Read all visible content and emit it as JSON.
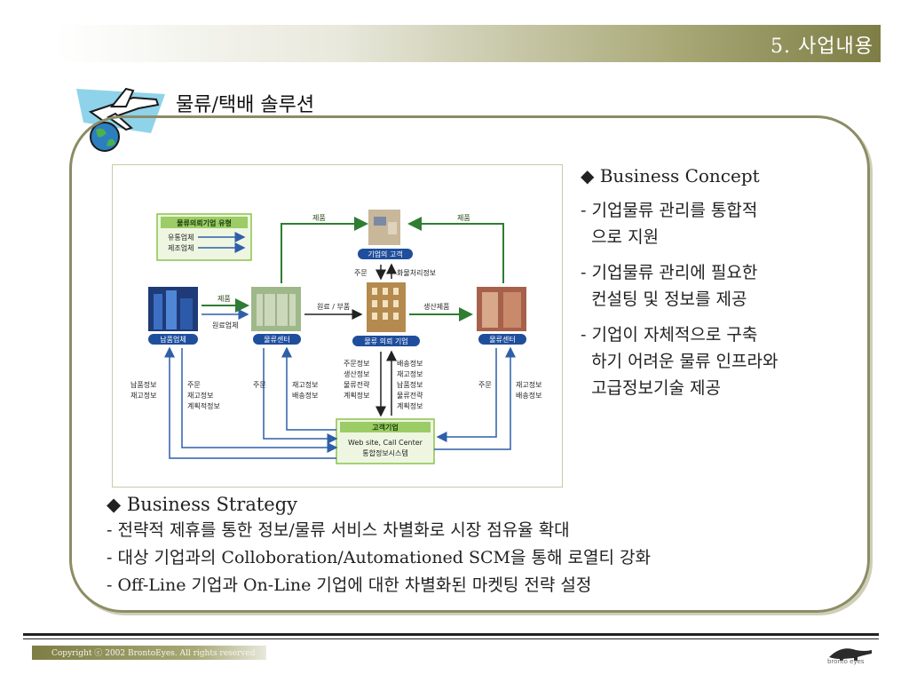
{
  "header": {
    "section_label": "5. 사업내용"
  },
  "title": "물류/택배 솔루션",
  "concept": {
    "heading": "◆ Business Concept",
    "items": [
      "- 기업물류 관리를 통합적\n  으로 지원",
      "- 기업물류 관리에 필요한\n  컨설팅 및 정보를 제공",
      "- 기업이 자체적으로 구축\n  하기 어려운 물류 인프라와\n  고급정보기술 제공"
    ]
  },
  "strategy": {
    "heading": "◆ Business Strategy",
    "items": [
      "- 전략적 제휴를 통한 정보/물류 서비스 차별화로 시장 점유율 확대",
      "- 대상 기업과의 Colloboration/Automationed SCM을 통해 로열티 강화",
      "- Off-Line 기업과 On-Line 기업에 대한 차별화된 마켓팅 전략 설정"
    ]
  },
  "diagram": {
    "type_box": {
      "title": "물류의뢰기업 유형",
      "item1": "유통업체",
      "item2": "제조업체"
    },
    "customer": "기업의 고객",
    "supplier": "납품업체",
    "center_left": "물류센터",
    "client": "물류 의뢰 기업",
    "center_right": "물류센터",
    "service": {
      "title": "고객기업",
      "line1": "Web site, Call Center",
      "line2": "통합정보시스템"
    },
    "labels": {
      "product_left": "제품",
      "product_right": "제품",
      "product_mid": "제품",
      "raw_material": "원료업체",
      "raw_parts": "원료 / 부품",
      "produced": "생산제품",
      "order": "주문",
      "cargo_info": "화물처리정보",
      "supply_info1": "납품정보",
      "supply_info2": "재고정보",
      "order2": "주문",
      "stock_info": "재고정보",
      "plan_info": "계획적정보",
      "order3": "주문",
      "stock_info2": "재고정보",
      "delivery_info": "배송정보",
      "mid_left": [
        "주문정보",
        "생산정보",
        "물류전략",
        "계획정보"
      ],
      "mid_right": [
        "배송정보",
        "재고정보",
        "납품정보",
        "물류전략",
        "계획정보"
      ],
      "order4": "주문",
      "stock_info3": "재고정보",
      "delivery_info2": "배송정보"
    }
  },
  "footer": {
    "copyright": "Copyright ⓒ 2002 BrontoEyes. All rights reserved",
    "brand": "bronto eyes"
  },
  "colors": {
    "olive": "#7d7d45",
    "green_arrow": "#2e7d32",
    "blue_arrow": "#2f5fa8",
    "node_blue": "#1f4e9c"
  }
}
